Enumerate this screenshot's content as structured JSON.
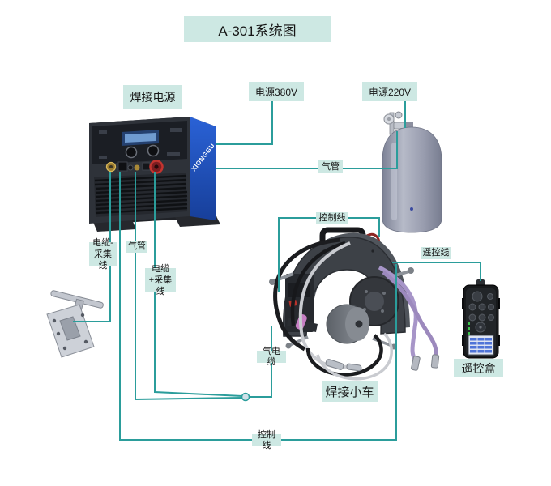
{
  "title": "A-301系统图",
  "colors": {
    "label_bg": "#cde8e3",
    "wire": "#2b9d9b",
    "text": "#161616",
    "machine_blue": "#1e53c0"
  },
  "labels": {
    "welder": "焊接电源",
    "power_380v": "电源380V",
    "power_220v": "电源220V",
    "gas_pipe_top": "气管",
    "control_line_top": "控制线",
    "cable_minus": "电缆-采集线",
    "gas_pipe_left": "气管",
    "cable_plus": "电缆+采集线",
    "gas_cable": "气电缆",
    "remote_line": "遥控线",
    "carriage": "焊接小车",
    "remote_box": "遥控盒",
    "control_line_bottom": "控制线"
  },
  "machine": {
    "brand": "XIONGGU"
  }
}
